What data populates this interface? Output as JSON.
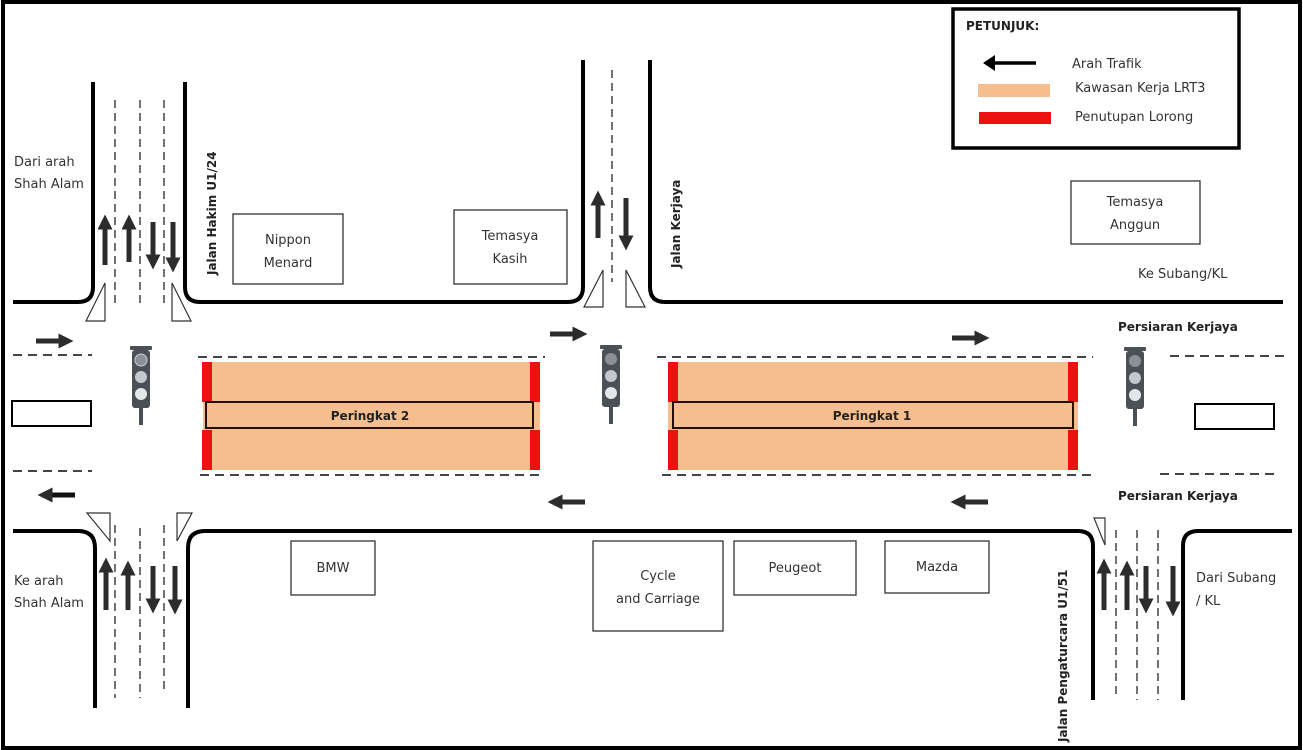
{
  "legend": {
    "title": "PETUNJUK:",
    "items": [
      {
        "icon": "arrow-left-icon",
        "label": "Arah Trafik"
      },
      {
        "icon": "orange-swatch",
        "label": "Kawasan Kerja LRT3",
        "color": "#F4BE8F"
      },
      {
        "icon": "red-swatch",
        "label": "Penutupan Lorong",
        "color": "#EE1111"
      }
    ]
  },
  "colors": {
    "work_zone": "#F4BE8F",
    "lane_closure": "#EE1111",
    "road_line": "#000000",
    "traffic_light": "#4A5055"
  },
  "roads": {
    "main_north_label": "Persiaran Kerjaya",
    "main_south_label": "Persiaran Kerjaya",
    "side_road_1": "Jalan Hakim U1/24",
    "side_road_2": "Jalan Kerjaya",
    "side_road_3": "Jalan Pengaturcara U1/51"
  },
  "directions": {
    "from_shah_alam": "Dari arah Shah Alam",
    "from_shah_alam_lines": [
      "Dari arah",
      "Shah Alam"
    ],
    "to_shah_alam_lines": [
      "Ke arah",
      "Shah Alam"
    ],
    "to_subang": "Ke Subang/KL",
    "from_subang_lines": [
      "Dari Subang",
      "/ KL"
    ]
  },
  "buildings": [
    {
      "id": "nippon-menard",
      "lines": [
        "Nippon",
        "Menard"
      ]
    },
    {
      "id": "temasya-kasih",
      "lines": [
        "Temasya",
        "Kasih"
      ]
    },
    {
      "id": "temasya-anggun",
      "lines": [
        "Temasya",
        "Anggun"
      ]
    },
    {
      "id": "bmw",
      "lines": [
        "BMW"
      ]
    },
    {
      "id": "cycle-and-carriage",
      "lines": [
        "Cycle",
        "and Carriage"
      ]
    },
    {
      "id": "peugeot",
      "lines": [
        "Peugeot"
      ]
    },
    {
      "id": "mazda",
      "lines": [
        "Mazda"
      ]
    }
  ],
  "work_zones": [
    {
      "id": "peringkat-2",
      "label": "Peringkat 2"
    },
    {
      "id": "peringkat-1",
      "label": "Peringkat 1"
    }
  ]
}
